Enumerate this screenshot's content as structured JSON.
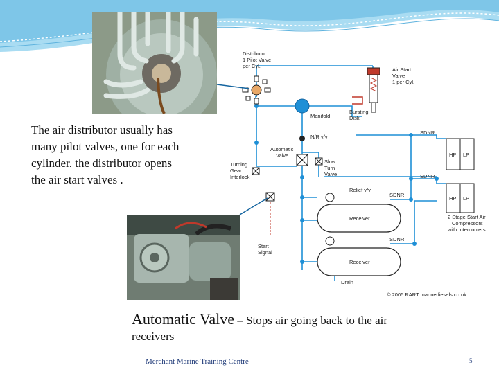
{
  "slide": {
    "description_lines": [
      "The air distributor usually has",
      "many pilot valves, one for each",
      "cylinder. the distributor opens",
      "the air start valves ."
    ],
    "caption_main": "Automatic Valve",
    "caption_rest": " – Stops air going back to the air",
    "caption_line2": "receivers",
    "footer": "Merchant Marine Training Centre",
    "page_number": "5"
  },
  "diagram": {
    "labels": {
      "distributor_1": "Distributor",
      "distributor_2": "1 Pilot Valve",
      "distributor_3": "per Cyl.",
      "air_start_1": "Air Start",
      "air_start_2": "Valve",
      "air_start_3": "1 per Cyl.",
      "manifold": "Manifold",
      "bursting_1": "Bursting",
      "bursting_2": "Disk",
      "nr": "N/R v/v",
      "auto_1": "Automatic",
      "auto_2": "Valve",
      "slow_1": "Slow",
      "slow_2": "Turn",
      "slow_3": "Valve",
      "turning_1": "Turning",
      "turning_2": "Gear",
      "turning_3": "Interlock",
      "relief": "Relief v/v",
      "sdnr": "SDNR",
      "hp": "HP",
      "lp": "LP",
      "receiver": "Receiver",
      "start_1": "Start",
      "start_2": "Signal",
      "compressor_1": "2 Stage Start Air",
      "compressor_2": "Compressors",
      "compressor_3": "with Intercoolers",
      "drain": "Drain",
      "copyright": "© 2005 RART marinediesels.co.uk"
    }
  },
  "colors": {
    "air_line": "#1e8fd6",
    "banner": "#7ec6e8",
    "footer_text": "#1f3a78",
    "valve_red": "#c0392b"
  }
}
